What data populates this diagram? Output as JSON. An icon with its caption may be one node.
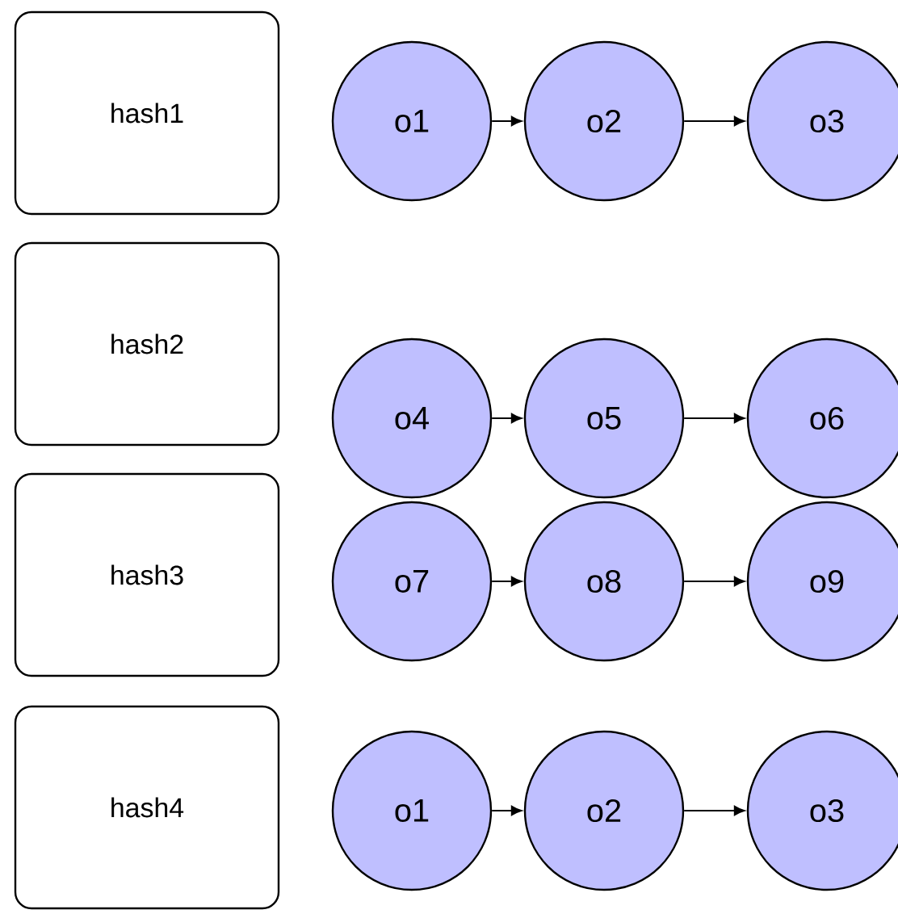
{
  "diagram": {
    "nodes": [
      {
        "text": [
          "hash1"
        ]
      },
      {
        "text": [
          "o1"
        ]
      },
      {
        "text": [
          "o2"
        ]
      },
      {
        "text": [
          "o3"
        ]
      },
      {
        "text": [
          "hash2"
        ]
      },
      {
        "text": [
          "o4"
        ]
      },
      {
        "text": [
          "o5"
        ]
      },
      {
        "text": [
          "o6"
        ]
      },
      {
        "text": [
          "hash3"
        ]
      },
      {
        "text": [
          "o7"
        ]
      },
      {
        "text": [
          "o8"
        ]
      },
      {
        "text": [
          "o9"
        ]
      },
      {
        "text": [
          "hash4"
        ]
      },
      {
        "text": [
          "o1"
        ]
      },
      {
        "text": [
          "o2"
        ]
      },
      {
        "text": [
          "o3"
        ]
      }
    ],
    "edges": [
      {
        "from": 1,
        "to": 2,
        "arrow": "to"
      },
      {
        "from": 2,
        "to": 3,
        "arrow": "to"
      },
      {
        "from": 5,
        "to": 6,
        "arrow": "to"
      },
      {
        "from": 6,
        "to": 7,
        "arrow": "to"
      },
      {
        "from": 9,
        "to": 10,
        "arrow": "to"
      },
      {
        "from": 10,
        "to": 11,
        "arrow": "to"
      },
      {
        "from": 13,
        "to": 14,
        "arrow": "to"
      },
      {
        "from": 14,
        "to": 15,
        "arrow": "to"
      }
    ]
  }
}
